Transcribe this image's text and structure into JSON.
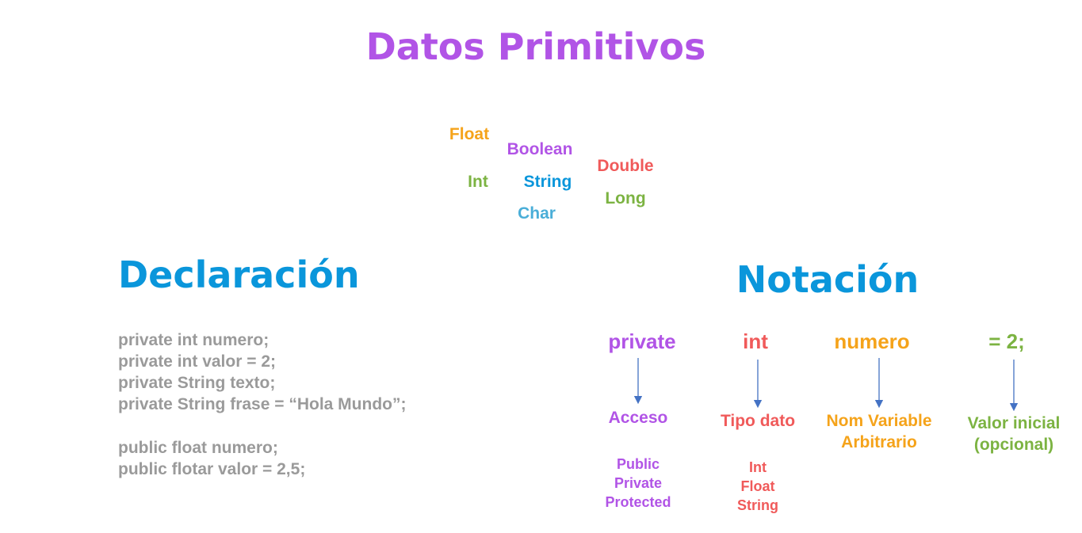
{
  "title": "Datos Primitivos",
  "types": {
    "float": "Float",
    "boolean": "Boolean",
    "double": "Double",
    "int": "Int",
    "string": "String",
    "long": "Long",
    "char": "Char"
  },
  "declaracion": {
    "heading": "Declaración",
    "lines": [
      "private int numero;",
      "private int valor = 2;",
      "private String texto;",
      "private String frase = “Hola Mundo”;",
      "public float numero;",
      "public flotar valor = 2,5;"
    ]
  },
  "notacion": {
    "heading": "Notación",
    "columns": [
      {
        "word": "private",
        "label_lines": [
          "Acceso"
        ],
        "sub": [
          "Public",
          "Private",
          "Protected"
        ]
      },
      {
        "word": "int",
        "label_lines": [
          "Tipo dato"
        ],
        "sub": [
          "Int",
          "Float",
          "String"
        ]
      },
      {
        "word": "numero",
        "label_lines": [
          "Nom Variable",
          "Arbitrario"
        ],
        "sub": []
      },
      {
        "word": "= 2;",
        "label_lines": [
          "Valor inicial",
          "(opcional)"
        ],
        "sub": []
      }
    ]
  },
  "colors": {
    "purple": "#b154e6",
    "red": "#f05a5a",
    "orange": "#f5a31a",
    "green": "#7cb342",
    "blue": "#0a96db",
    "arrow": "#4472c4",
    "code_gray": "#9a9a9a"
  }
}
